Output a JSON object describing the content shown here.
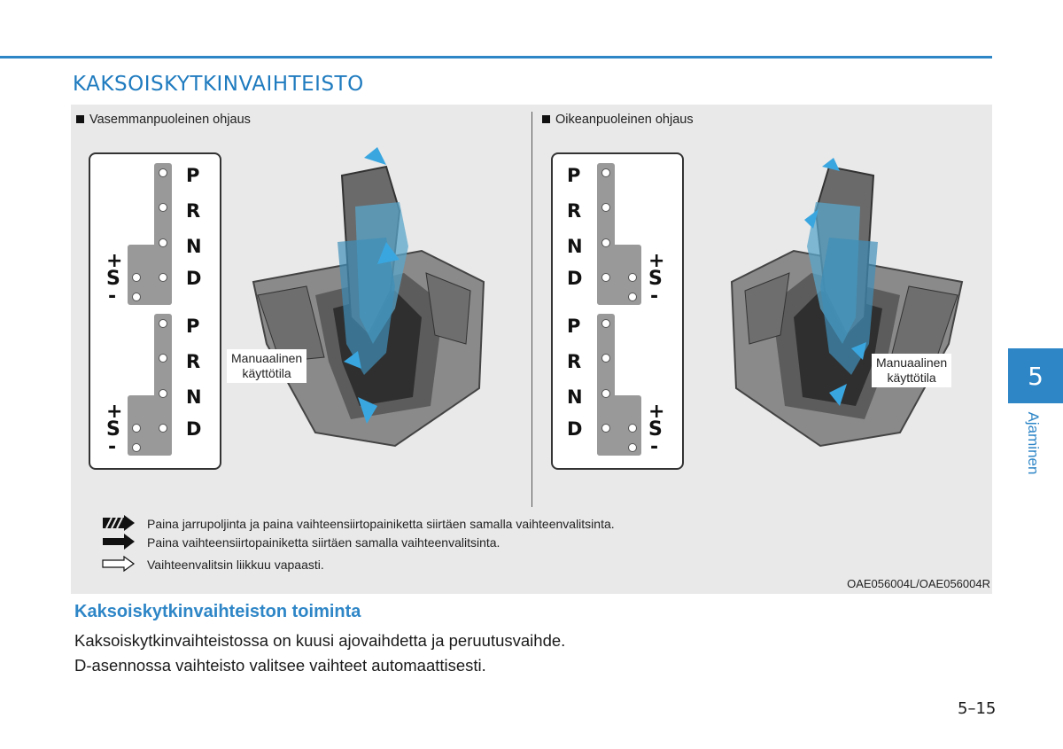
{
  "section_title": "KAKSOISKYTKINVAIHTEISTO",
  "figure": {
    "left_caption": "Vasemmanpuoleinen ohjaus",
    "right_caption": "Oikeanpuoleinen ohjaus",
    "gate_letters": [
      "P",
      "R",
      "N",
      "D"
    ],
    "manual_plus": "+",
    "manual_s": "S",
    "manual_minus": "-",
    "callout_line1": "Manuaalinen",
    "callout_line2": "käyttötila",
    "legend": [
      {
        "icon": "hatched-arrow-icon",
        "text": "Paina jarrupoljinta ja paina vaihteensiirtopainiketta siirtäen samalla vaihteenvalitsinta."
      },
      {
        "icon": "solid-arrow-icon",
        "text": "Paina vaihteensiirtopainiketta siirtäen samalla vaihteenvalitsinta."
      },
      {
        "icon": "outline-arrow-icon",
        "text": "Vaihteenvalitsin liikkuu vapaasti."
      }
    ],
    "code": "OAE056004L/OAE056004R"
  },
  "subsection": {
    "heading": "Kaksoiskytkinvaihteiston toiminta",
    "paragraph1": "Kaksoiskytkinvaihteistossa on kuusi ajovaihdetta ja peruutusvaihde.",
    "paragraph2": "D-asennossa vaihteisto valitsee vaihteet automaattisesti."
  },
  "chapter": {
    "number": "5",
    "label": "Ajaminen"
  },
  "page_number": "5–15",
  "colors": {
    "accent": "#2e86c7",
    "figure_bg": "#e9e9e9",
    "arrow_blue": "#3aa6e0"
  }
}
